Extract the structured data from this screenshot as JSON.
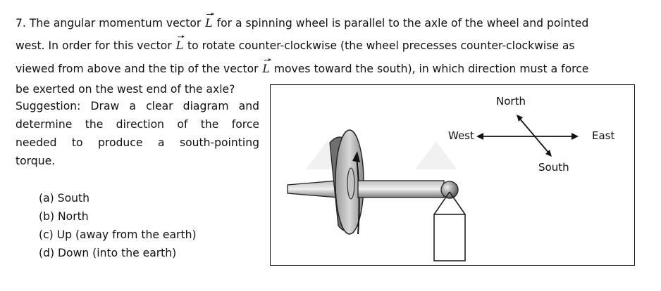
{
  "question": {
    "number": "7.",
    "line1_a": "The angular momentum vector",
    "line1_b": "for a spinning wheel is parallel to the axle of the wheel and pointed",
    "line2_a": "west.  In order for this vector",
    "line2_b": "to rotate counter-clockwise (the wheel precesses counter-clockwise as",
    "line3_a": "viewed from above and the tip of the vector",
    "line3_b": "moves toward the south), in which direction must a force",
    "line4": "be exerted on the west end of the axle?",
    "vector_symbol": "L"
  },
  "suggestion": {
    "line1": "Suggestion:  Draw a clear diagram and",
    "line2": "determine the direction of the force",
    "line3": "needed to produce a south-pointing",
    "line4": "torque."
  },
  "options": [
    {
      "label": "(a) South"
    },
    {
      "label": "(b) North"
    },
    {
      "label": "(c) Up (away from the earth)"
    },
    {
      "label": "(d) Down (into the earth)"
    }
  ],
  "figure": {
    "north": "North",
    "south": "South",
    "west": "West",
    "east": "East"
  }
}
